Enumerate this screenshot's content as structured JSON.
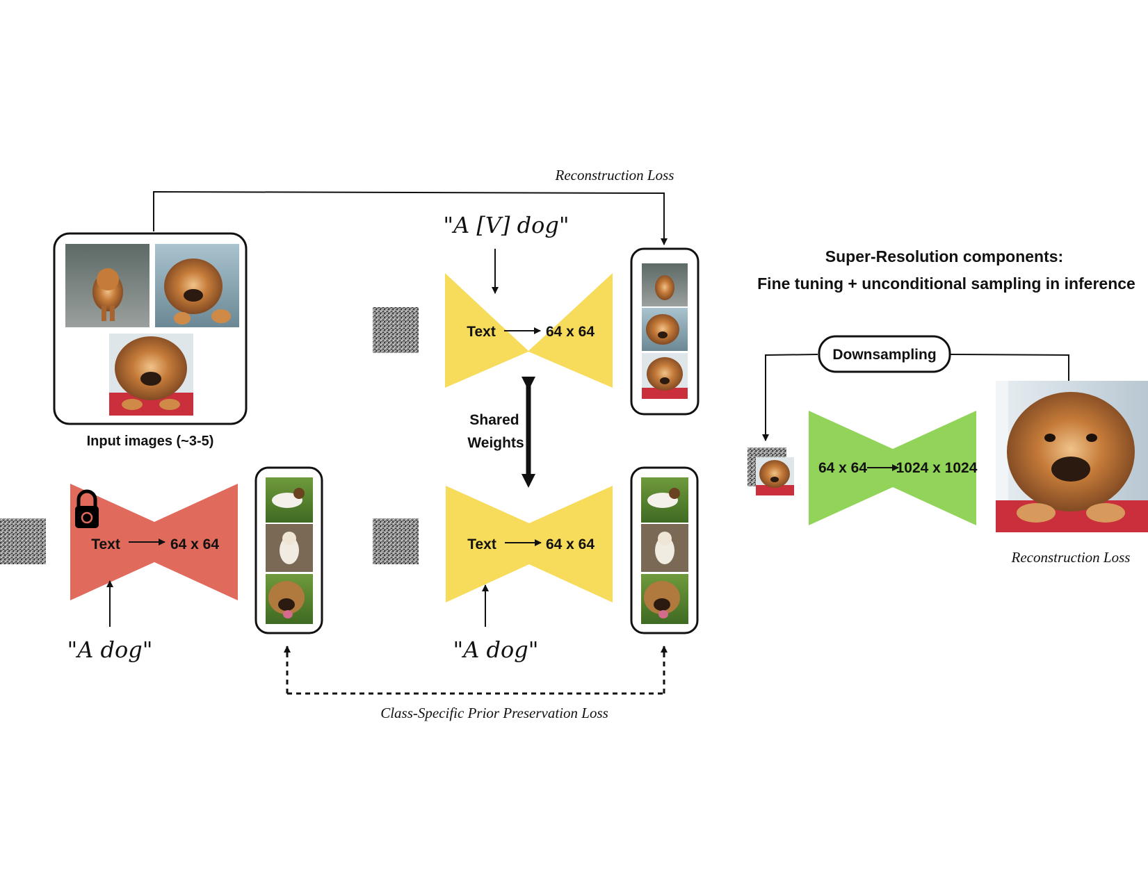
{
  "labels": {
    "reconstruction_loss_top": "Reconstruction Loss",
    "reconstruction_loss_right": "Reconstruction Loss",
    "prior_loss": "Class-Specific Prior Preservation Loss",
    "input_images": "Input images (~3-5)",
    "shared_weights_line1": "Shared",
    "shared_weights_line2": "Weights",
    "sr_title_line1": "Super-Resolution components:",
    "sr_title_line2": "Fine tuning + unconditional sampling in inference",
    "downsampling": "Downsampling"
  },
  "prompts": {
    "finetune_prompt": "\"A [V] dog\"",
    "frozen_prompt": "\"A dog\"",
    "prior_prompt": "\"A dog\""
  },
  "models": {
    "frozen": {
      "input": "Text",
      "output": "64 x 64",
      "color": "#E06A5C"
    },
    "finetune_top": {
      "input": "Text",
      "output": "64 x 64",
      "color": "#F7DB5A"
    },
    "finetune_bottom": {
      "input": "Text",
      "output": "64 x 64",
      "color": "#F7DB5A"
    },
    "super_resolution": {
      "input": "64 x 64",
      "output": "1024 x 1024",
      "color": "#92D45A"
    }
  },
  "icons": {
    "lock": "lock-icon",
    "noise": "noise-image-icon"
  }
}
